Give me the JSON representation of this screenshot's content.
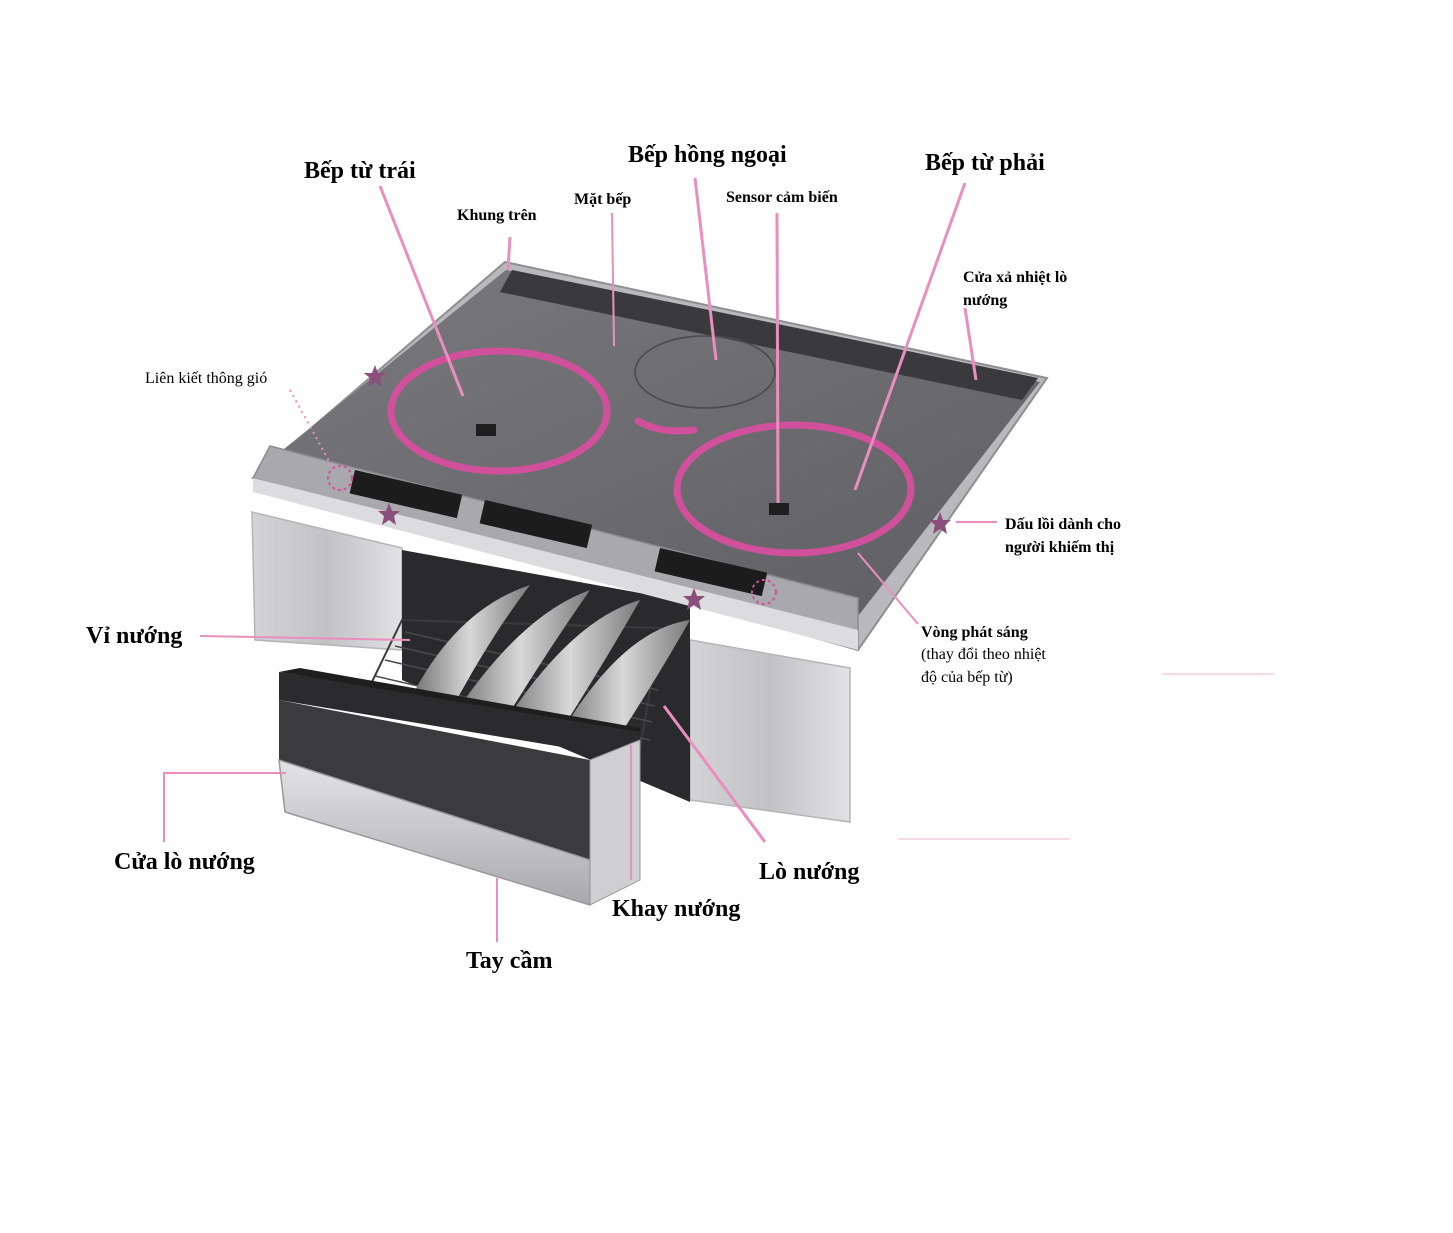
{
  "labels": {
    "left_induction": "Bếp từ trái",
    "infrared": "Bếp hồng ngoại",
    "right_induction": "Bếp từ phải",
    "top_frame": "Khung trên",
    "cooktop_surface": "Mặt bếp",
    "sensor": "Sensor cảm biến",
    "oven_vent_line1": "Cửa xả nhiệt lò",
    "oven_vent_line2": "nướng",
    "vent_link": "Liên kiết thông gió",
    "tactile_line1": "Dấu lồi dành cho",
    "tactile_line2": "người khiếm thị",
    "glow_ring_title": "Vòng phát sáng",
    "glow_ring_line2": "(thay đổi theo nhiệt",
    "glow_ring_line3": "độ của bếp từ)",
    "grill_rack": "Vỉ nướng",
    "oven_door": "Cửa lò nướng",
    "handle": "Tay cầm",
    "grill_tray": "Khay nướng",
    "oven": "Lò nướng"
  },
  "colors": {
    "leader": "#e98fbf",
    "ring": "#d0509c",
    "glass": "#6b6b6e",
    "frame": "#9a9a9e",
    "star": "#8a4f7a"
  }
}
